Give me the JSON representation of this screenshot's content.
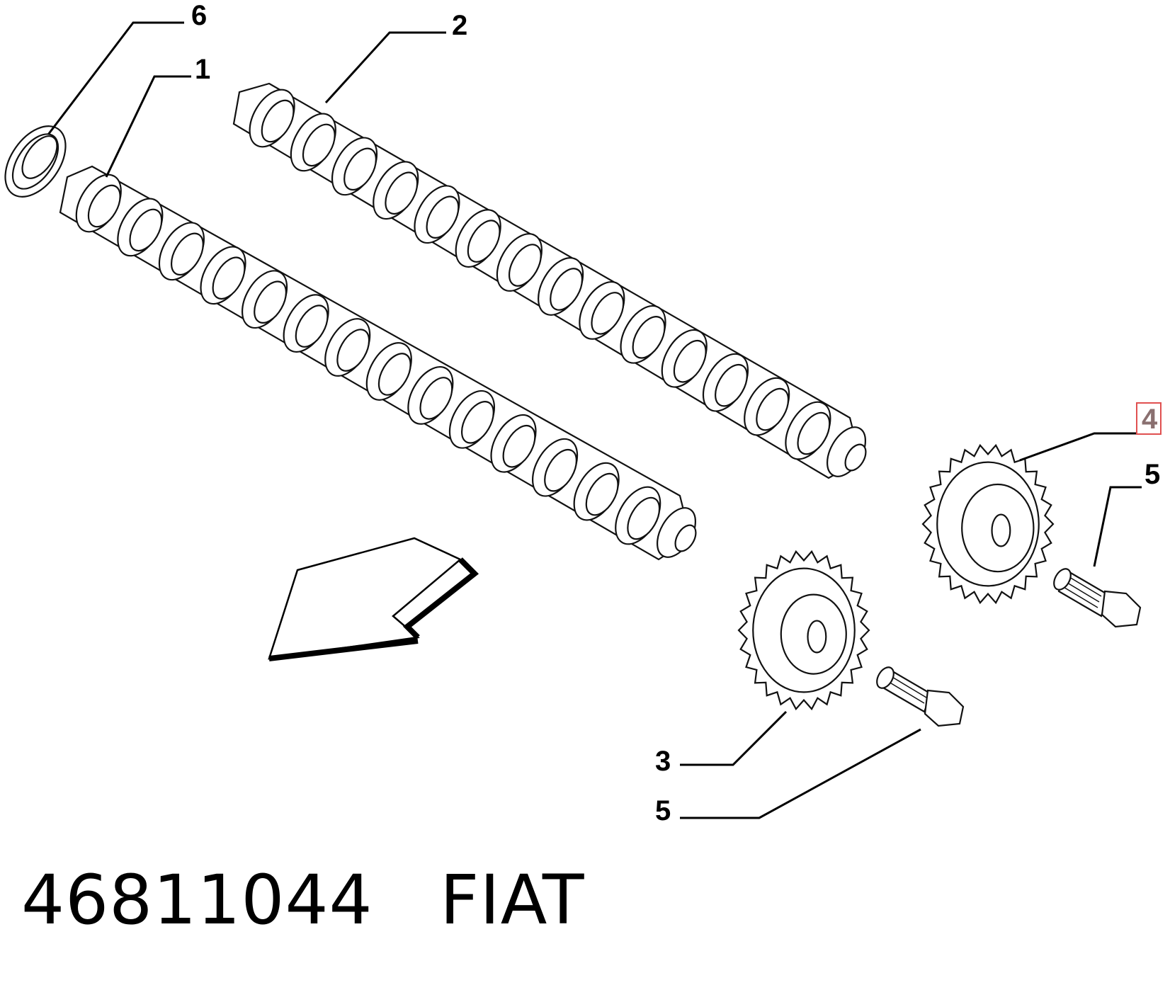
{
  "callouts": {
    "c1": "1",
    "c2": "2",
    "c3": "3",
    "c4": "4",
    "c5a": "5",
    "c5b": "5",
    "c6": "6"
  },
  "caption": {
    "part_number": "46811044",
    "brand": "FIAT"
  },
  "colors": {
    "highlight_border": "#e05050",
    "highlight_text": "#8a7070"
  }
}
